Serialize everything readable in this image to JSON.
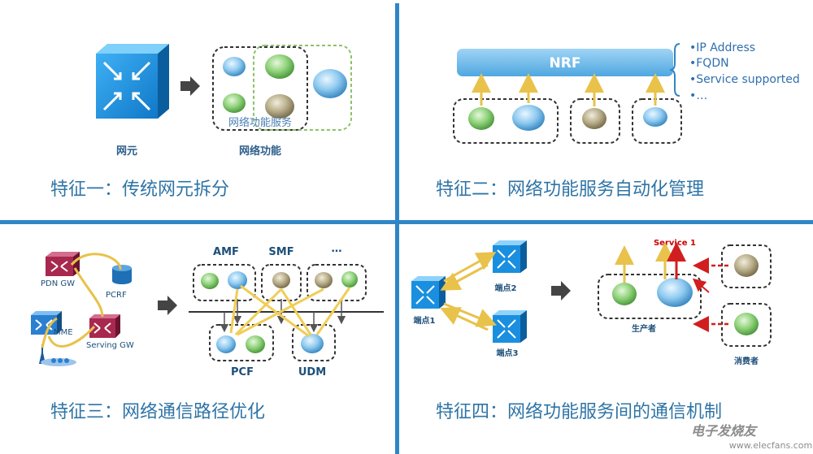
{
  "colors": {
    "divider": "#2f86c6",
    "title": "#2e74a6",
    "nrf_bar": "#6fb8e8",
    "node_green": "#7cc86a",
    "node_blue": "#79bde8",
    "node_tan": "#b3a884",
    "arrow_yellow": "#f3d56a",
    "arrow_red": "#e02424",
    "router_blue": "#1a8fe0",
    "router_red": "#a8284f",
    "dashed_green": "#8cc26a",
    "accent_red": "#cc0000"
  },
  "q1": {
    "ne_label": "网元",
    "nf_label": "网络功能",
    "service_label": "网络功能服务",
    "title": "特征一：传统网元拆分"
  },
  "q2": {
    "nrf_label": "NRF",
    "attrs": [
      "•IP Address",
      "•FQDN",
      "•Service supported",
      "•…"
    ],
    "title": "特征二：网络功能服务自动化管理"
  },
  "q3": {
    "pdn_gw": "PDN GW",
    "pcrf": "PCRF",
    "mme": "MME",
    "serving_gw": "Serving GW",
    "amf": "AMF",
    "smf": "SMF",
    "ellipsis": "…",
    "pcf": "PCF",
    "udm": "UDM",
    "title": "特征三：网络通信路径优化"
  },
  "q4": {
    "endpoint1": "端点1",
    "endpoint2": "端点2",
    "endpoint3": "端点3",
    "service1": "Service 1",
    "producer": "生产者",
    "consumer": "消费者",
    "title": "特征四：网络功能服务间的通信机制"
  },
  "watermark": {
    "brand": "电子发烧友",
    "url": "www.elecfans.com"
  }
}
